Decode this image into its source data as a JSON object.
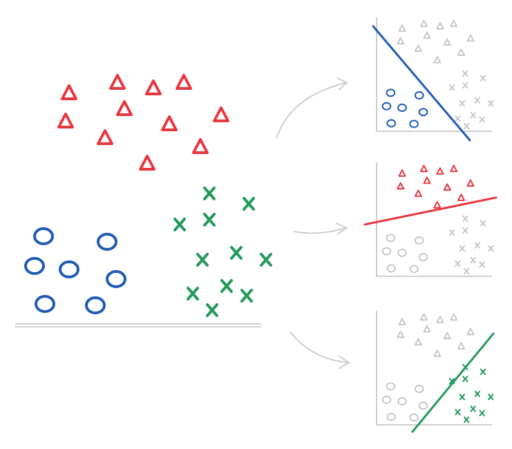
{
  "colors": {
    "triangle": "#e8373f",
    "circle": "#1f5bb5",
    "cross": "#239a5a",
    "faded": "#c8c8c8",
    "axis": "#bdbdbd",
    "arrow": "#d0d0d0"
  },
  "panels": [
    {
      "highlight": "circle",
      "line_color": "#1f5bb5"
    },
    {
      "highlight": "triangle",
      "line_color": "#e8373f"
    },
    {
      "highlight": "cross",
      "line_color": "#239a5a"
    }
  ]
}
